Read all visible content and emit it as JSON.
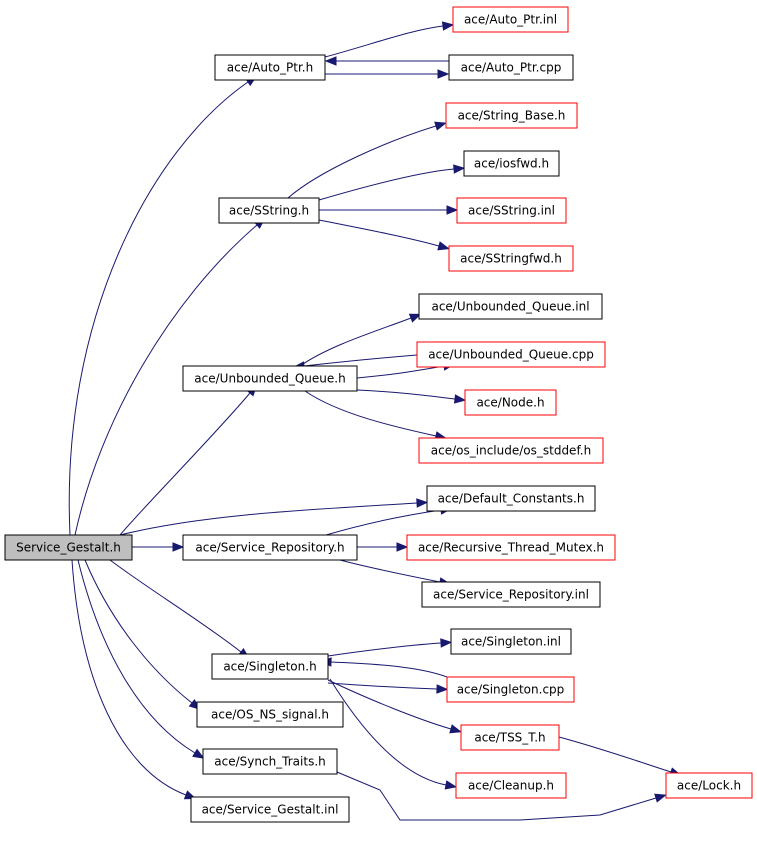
{
  "colors": {
    "edge": "#191970",
    "border_normal": "#000000",
    "border_truncated": "#ff0000",
    "root_fill": "#bfbfbf"
  },
  "nodes": {
    "service_gestalt_h": {
      "label": "Service_Gestalt.h",
      "style": "root"
    },
    "auto_ptr_h": {
      "label": "ace/Auto_Ptr.h",
      "style": "normal"
    },
    "auto_ptr_inl": {
      "label": "ace/Auto_Ptr.inl",
      "style": "truncated"
    },
    "auto_ptr_cpp": {
      "label": "ace/Auto_Ptr.cpp",
      "style": "normal"
    },
    "sstring_h": {
      "label": "ace/SString.h",
      "style": "normal"
    },
    "string_base_h": {
      "label": "ace/String_Base.h",
      "style": "truncated"
    },
    "iosfwd_h": {
      "label": "ace/iosfwd.h",
      "style": "normal"
    },
    "sstring_inl": {
      "label": "ace/SString.inl",
      "style": "truncated"
    },
    "sstringfwd_h": {
      "label": "ace/SStringfwd.h",
      "style": "truncated"
    },
    "unbounded_queue_h": {
      "label": "ace/Unbounded_Queue.h",
      "style": "normal"
    },
    "unbounded_queue_inl": {
      "label": "ace/Unbounded_Queue.inl",
      "style": "normal"
    },
    "unbounded_queue_cpp": {
      "label": "ace/Unbounded_Queue.cpp",
      "style": "truncated"
    },
    "node_h": {
      "label": "ace/Node.h",
      "style": "truncated"
    },
    "os_stddef_h": {
      "label": "ace/os_include/os_stddef.h",
      "style": "truncated"
    },
    "default_constants_h": {
      "label": "ace/Default_Constants.h",
      "style": "normal"
    },
    "service_repository_h": {
      "label": "ace/Service_Repository.h",
      "style": "normal"
    },
    "recursive_thread_mutex_h": {
      "label": "ace/Recursive_Thread_Mutex.h",
      "style": "truncated"
    },
    "service_repository_inl": {
      "label": "ace/Service_Repository.inl",
      "style": "normal"
    },
    "singleton_h": {
      "label": "ace/Singleton.h",
      "style": "normal"
    },
    "singleton_inl": {
      "label": "ace/Singleton.inl",
      "style": "normal"
    },
    "singleton_cpp": {
      "label": "ace/Singleton.cpp",
      "style": "truncated"
    },
    "tss_t_h": {
      "label": "ace/TSS_T.h",
      "style": "truncated"
    },
    "cleanup_h": {
      "label": "ace/Cleanup.h",
      "style": "truncated"
    },
    "lock_h": {
      "label": "ace/Lock.h",
      "style": "truncated"
    },
    "os_ns_signal_h": {
      "label": "ace/OS_NS_signal.h",
      "style": "normal"
    },
    "synch_traits_h": {
      "label": "ace/Synch_Traits.h",
      "style": "normal"
    },
    "service_gestalt_inl": {
      "label": "ace/Service_Gestalt.inl",
      "style": "normal"
    }
  },
  "edges": [
    [
      "service_gestalt_h",
      "auto_ptr_h"
    ],
    [
      "auto_ptr_h",
      "auto_ptr_inl"
    ],
    [
      "auto_ptr_h",
      "auto_ptr_cpp"
    ],
    [
      "auto_ptr_cpp",
      "auto_ptr_h"
    ],
    [
      "service_gestalt_h",
      "sstring_h"
    ],
    [
      "sstring_h",
      "string_base_h"
    ],
    [
      "sstring_h",
      "iosfwd_h"
    ],
    [
      "sstring_h",
      "sstring_inl"
    ],
    [
      "sstring_h",
      "sstringfwd_h"
    ],
    [
      "service_gestalt_h",
      "unbounded_queue_h"
    ],
    [
      "unbounded_queue_h",
      "unbounded_queue_inl"
    ],
    [
      "unbounded_queue_h",
      "unbounded_queue_cpp"
    ],
    [
      "unbounded_queue_cpp",
      "unbounded_queue_h"
    ],
    [
      "unbounded_queue_h",
      "node_h"
    ],
    [
      "unbounded_queue_h",
      "os_stddef_h"
    ],
    [
      "service_gestalt_h",
      "default_constants_h"
    ],
    [
      "service_gestalt_h",
      "service_repository_h"
    ],
    [
      "service_repository_h",
      "default_constants_h"
    ],
    [
      "service_repository_h",
      "recursive_thread_mutex_h"
    ],
    [
      "service_repository_h",
      "service_repository_inl"
    ],
    [
      "service_gestalt_h",
      "singleton_h"
    ],
    [
      "singleton_h",
      "singleton_inl"
    ],
    [
      "singleton_h",
      "singleton_cpp"
    ],
    [
      "singleton_cpp",
      "singleton_h"
    ],
    [
      "singleton_h",
      "tss_t_h"
    ],
    [
      "singleton_h",
      "cleanup_h"
    ],
    [
      "tss_t_h",
      "lock_h"
    ],
    [
      "service_gestalt_h",
      "os_ns_signal_h"
    ],
    [
      "service_gestalt_h",
      "synch_traits_h"
    ],
    [
      "synch_traits_h",
      "lock_h"
    ],
    [
      "service_gestalt_h",
      "service_gestalt_inl"
    ]
  ]
}
